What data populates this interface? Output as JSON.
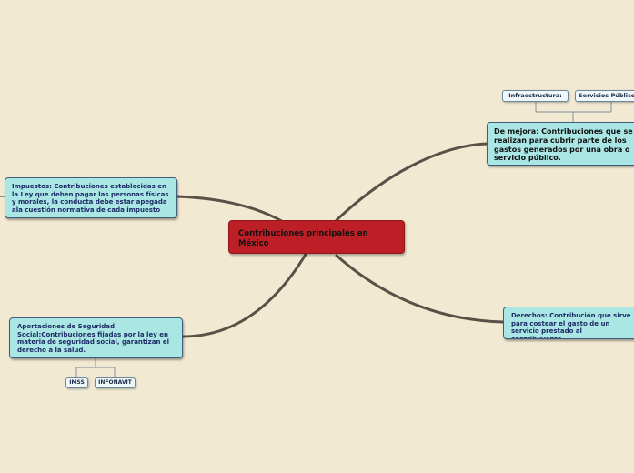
{
  "colors": {
    "background": "#f1e9d2",
    "central_fill": "#bd1f26",
    "node_fill": "#a9e6e4",
    "leaf_fill": "#eef9fb",
    "branch_line": "#5a5047"
  },
  "central": {
    "label": "Contribuciones principales en México"
  },
  "nodes": {
    "impuestos": "Impuestos: Contribuciones establecidas en la Ley que deben pagar las personas físicas y morales, la conducta debe estar apegada ala cuestión normativa de cada impuesto",
    "aportaciones": "Aportaciones de Seguridad Social:Contribuciones fijadas por la ley en materia de seguridad social, garantizan el derecho a la salud.",
    "mejora": "De mejora: Contribuciones que se realizan para cubrir parte de los gastos generados por una obra o servicio público.",
    "derechos": "Derechos: Contribución que sirve para costear el gasto de un servicio prestado al contribuyente."
  },
  "leaves": {
    "imss": "IMSS",
    "infonavit": "INFONAVIT",
    "infraestructura": "Infraestructura:",
    "servicios": "Servicios Públicos"
  }
}
